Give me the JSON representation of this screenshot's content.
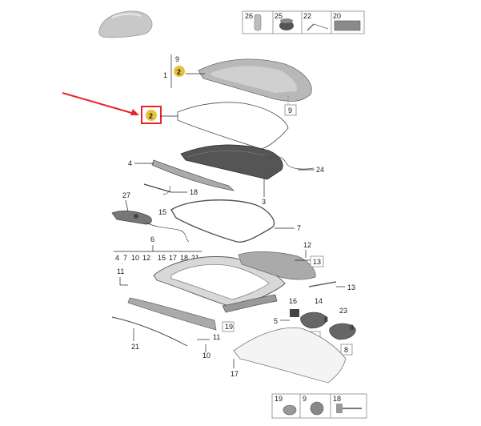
{
  "diagram": {
    "kit_top": {
      "numbers": [
        "26",
        "25",
        "22",
        "20"
      ]
    },
    "kit_bottom": {
      "numbers": [
        "19",
        "9",
        "18"
      ]
    },
    "badges": {
      "badge_a": "2",
      "badge_b": "2"
    },
    "labels": {
      "l9_top": "9",
      "l1": "1",
      "l9_box": "9",
      "l4": "4",
      "l24": "24",
      "l18": "18",
      "l3": "3",
      "l27": "27",
      "l15": "15",
      "l7": "7",
      "l6": "6",
      "row": [
        "4",
        "7",
        "10",
        "12",
        "15",
        "17",
        "18",
        "21"
      ],
      "l12": "12",
      "l13a": "13",
      "l11a": "11",
      "l13b": "13",
      "l16": "16",
      "l14": "14",
      "l23": "23",
      "l5": "5",
      "l19": "19",
      "l8a": "8",
      "l8b": "8",
      "l8c": "8",
      "l8d": "8",
      "l11b": "11",
      "l21": "21",
      "l10": "10",
      "l17": "17"
    },
    "colors": {
      "highlight": "#e8232a",
      "badge_fill": "#e9c13a",
      "part_fill": "#c9c9c9"
    }
  }
}
